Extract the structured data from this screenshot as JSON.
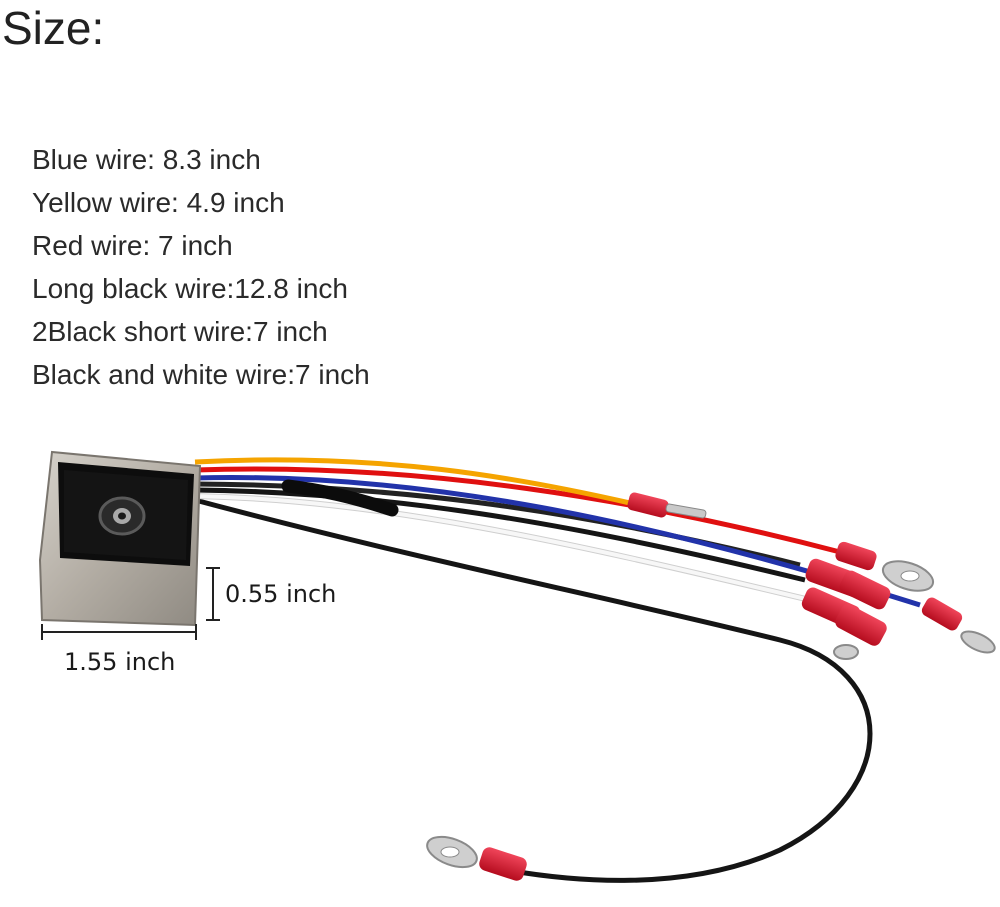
{
  "title": "Size:",
  "specs": [
    "Blue wire: 8.3 inch",
    "Yellow wire: 4.9 inch",
    "Red wire: 7 inch",
    "Long black wire:12.8 inch",
    "2Black short wire:7 inch",
    "Black and white wire:7 inch"
  ],
  "dimensions": {
    "height": "0.55 inch",
    "width": "1.55 inch"
  },
  "colors": {
    "blue_wire": "#2233aa",
    "yellow_wire": "#f5a400",
    "red_wire": "#e01010",
    "black_wire": "#151515",
    "white_wire": "#f4f4f4",
    "terminal_red": "#d8142a",
    "housing": "#b9b4ac"
  }
}
